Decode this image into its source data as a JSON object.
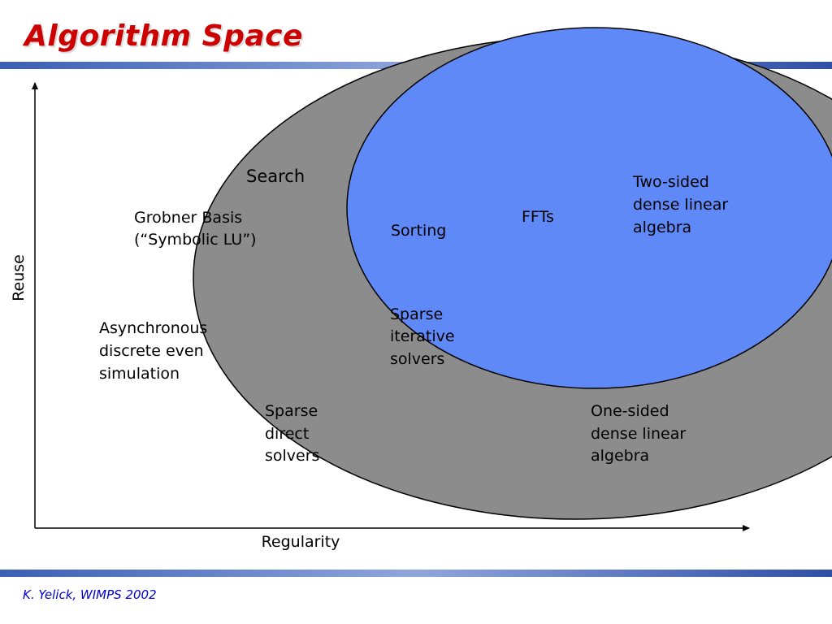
{
  "title": "Algorithm Space",
  "footer": "K. Yelick, WIMPS 2002",
  "colors": {
    "title": "#cc0000",
    "outer_ellipse": "#8c8c8c",
    "inner_ellipse": "#6089f8",
    "footer": "#0000cc"
  },
  "axes": {
    "x_label": "Regularity",
    "y_label": "Reuse"
  },
  "items": {
    "search": "Search",
    "grobner": [
      "Grobner Basis",
      "(“Symbolic LU”)"
    ],
    "sorting": "Sorting",
    "ffts": "FFTs",
    "two_sided": [
      "Two-sided",
      "dense linear",
      "algebra"
    ],
    "async": [
      "Asynchronous",
      "discrete even",
      "simulation"
    ],
    "sparse_iterative": [
      "Sparse",
      "iterative",
      "solvers"
    ],
    "sparse_direct": [
      "Sparse",
      "direct",
      "solvers"
    ],
    "one_sided": [
      "One-sided",
      "dense linear",
      "algebra"
    ]
  }
}
